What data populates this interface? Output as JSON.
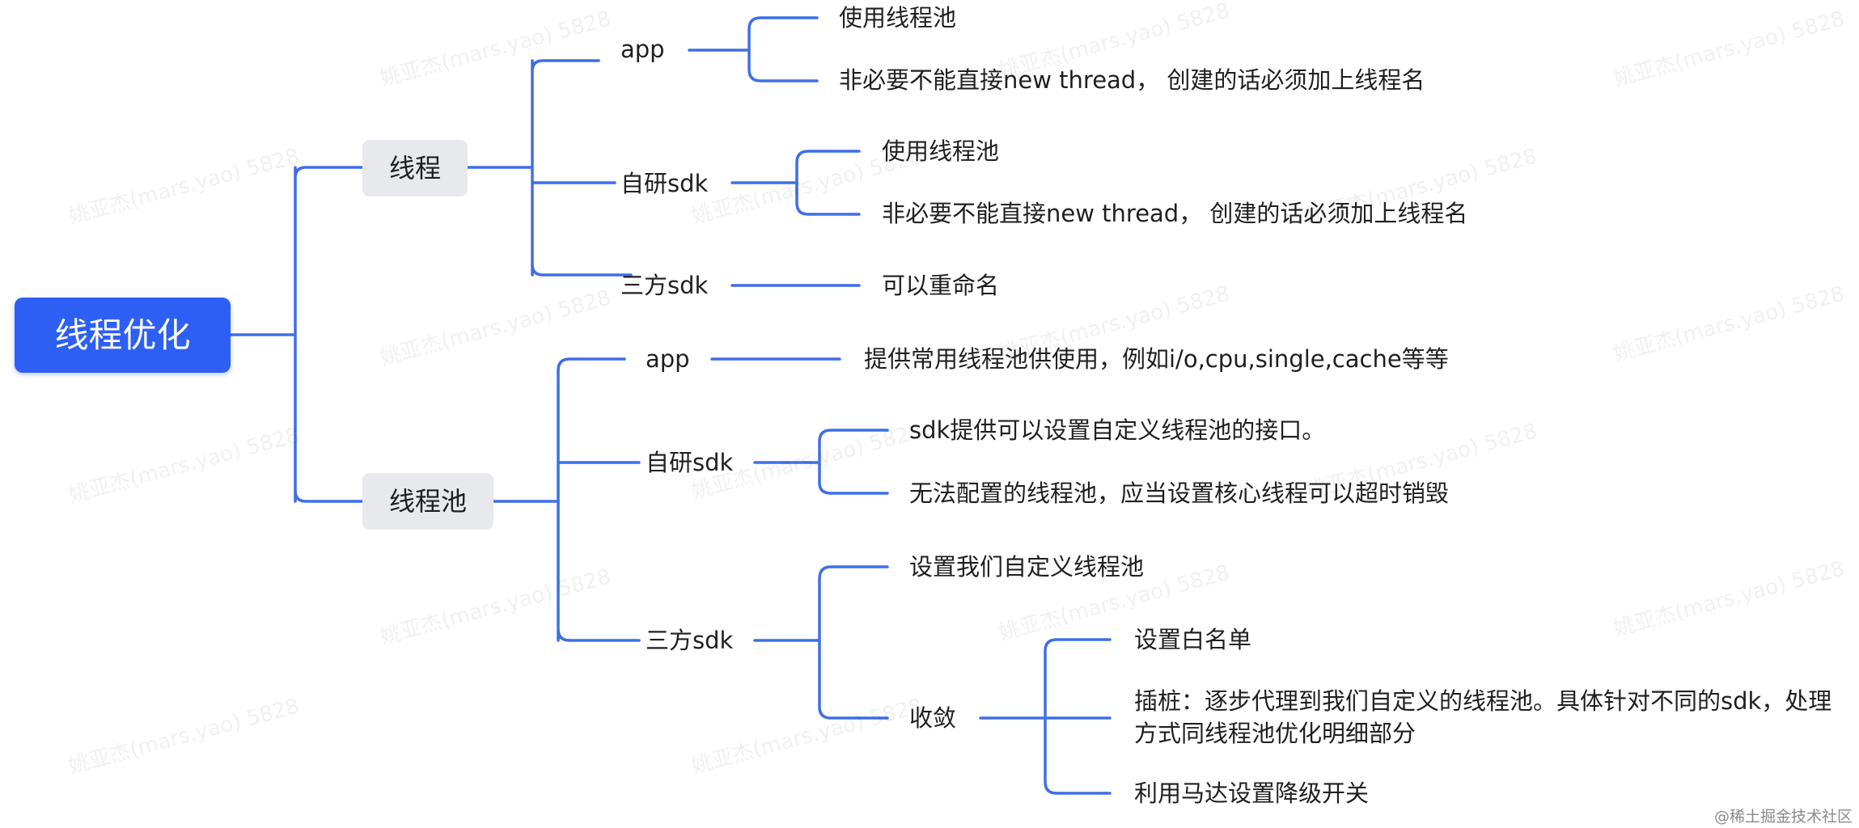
{
  "root": {
    "label": "线程优化"
  },
  "thread": {
    "label": "线程",
    "app": {
      "label": "app",
      "items": [
        "使用线程池",
        "非必要不能直接new thread， 创建的话必须加上线程名"
      ]
    },
    "self_sdk": {
      "label": "自研sdk",
      "items": [
        "使用线程池",
        "非必要不能直接new thread， 创建的话必须加上线程名"
      ]
    },
    "third_sdk": {
      "label": "三方sdk",
      "items": [
        "可以重命名"
      ]
    }
  },
  "pool": {
    "label": "线程池",
    "app": {
      "label": "app",
      "items": [
        "提供常用线程池供使用，例如i/o,cpu,single,cache等等"
      ]
    },
    "self_sdk": {
      "label": "自研sdk",
      "items": [
        "sdk提供可以设置自定义线程池的接口。",
        "无法配置的线程池，应当设置核心线程可以超时销毁"
      ]
    },
    "third_sdk": {
      "label": "三方sdk",
      "custom": "设置我们自定义线程池",
      "converge": {
        "label": "收敛",
        "items": [
          "设置白名单",
          "插桩：逐步代理到我们自定义的线程池。具体针对不同的sdk，处理方式同线程池优化明细部分",
          "利用马达设置降级开关"
        ]
      }
    }
  },
  "watermark": "姚亚杰(mars.yao) 5828",
  "credit": "@稀土掘金技术社区",
  "colors": {
    "link": "#3e6ee8",
    "root_fill": "#2d5ff5",
    "branch_fill": "#e8e9ed"
  }
}
